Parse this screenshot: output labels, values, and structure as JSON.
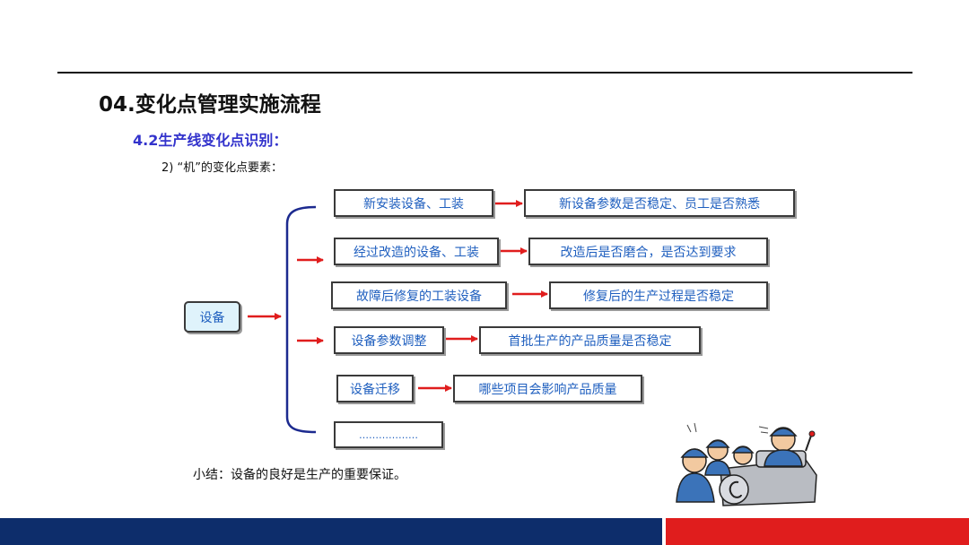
{
  "header": {
    "title": "04.变化点管理实施流程",
    "subtitle": "4.2生产线变化点识别：",
    "item": "2)   “机”的变化点要素："
  },
  "diagram": {
    "root": "设备",
    "rows": [
      {
        "cause": "新安装设备、工装",
        "effect": "新设备参数是否稳定、员工是否熟悉"
      },
      {
        "cause": "经过改造的设备、工装",
        "effect": "改造后是否磨合，是否达到要求"
      },
      {
        "cause": "故障后修复的工装设备",
        "effect": "修复后的生产过程是否稳定"
      },
      {
        "cause": "设备参数调整",
        "effect": "首批生产的产品质量是否稳定"
      },
      {
        "cause": "设备迁移",
        "effect": "哪些项目会影响产品质量"
      },
      {
        "cause": "………………",
        "effect": ""
      }
    ]
  },
  "summary": "小结：设备的良好是生产的重要保证。",
  "colors": {
    "arrow": "#e01d1d",
    "brace": "#1c2a8f",
    "box_text": "#1f5fbf",
    "root_fill": "#dff3fb",
    "footer_blue": "#0d2d6b",
    "footer_red": "#e01d1d"
  },
  "illustration": "cartoon-workers-operating-lathe"
}
